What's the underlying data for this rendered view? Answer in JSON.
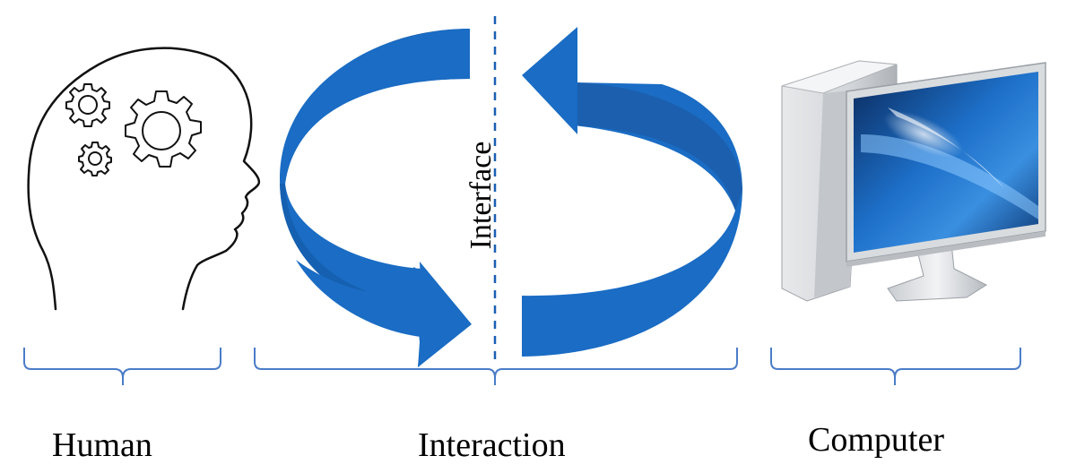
{
  "labels": {
    "human": "Human",
    "interaction": "Interaction",
    "computer": "Computer",
    "interface": "Interface"
  },
  "colors": {
    "arrow_main": "#1a6cc4",
    "arrow_dark": "#0f4f95",
    "bracket": "#4a7cc7",
    "dashed_line": "#1a5fb4",
    "screen_blue": "#1b64b8"
  },
  "icons": {
    "human": "head-with-gears-icon",
    "computer": "desktop-computer-icon"
  }
}
